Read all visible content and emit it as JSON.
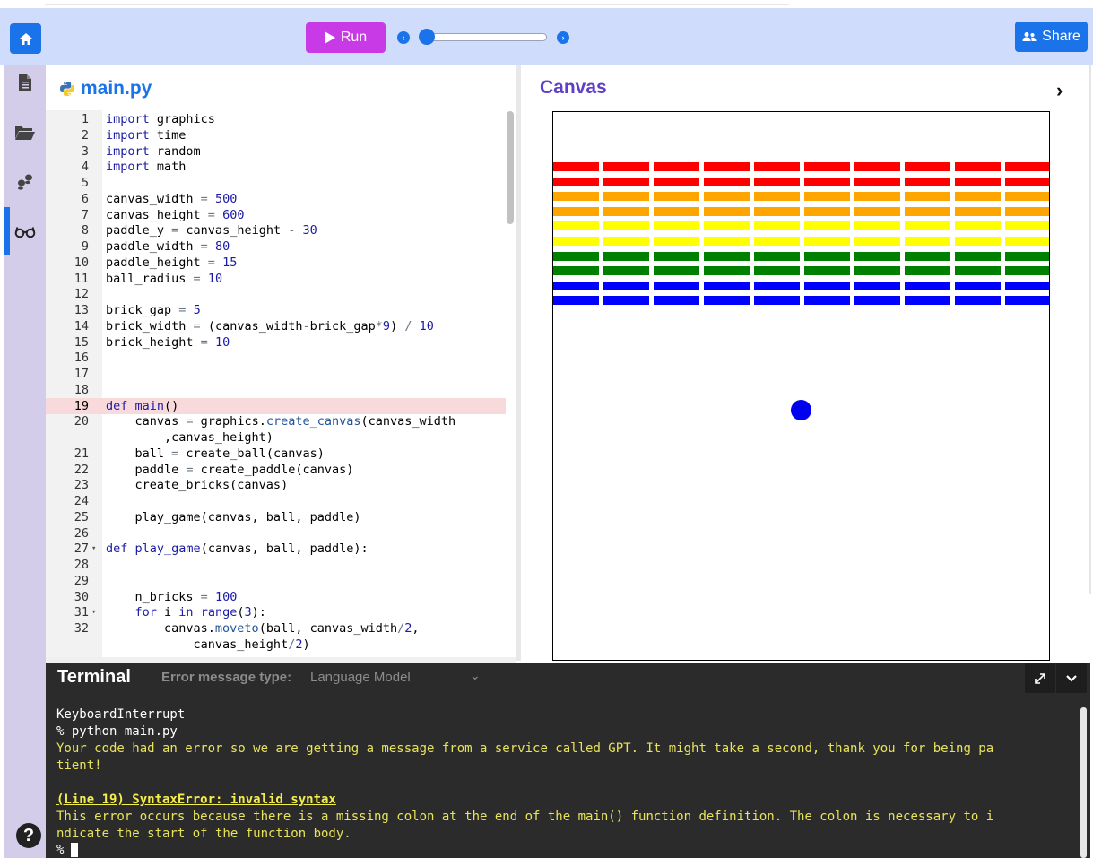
{
  "header": {
    "run_label": "Run",
    "share_label": "Share",
    "step_back_icon": "chevron-left-icon",
    "step_forward_icon": "chevron-right-icon"
  },
  "sidebar": {
    "items": [
      {
        "name": "file-icon"
      },
      {
        "name": "folder-open-icon"
      },
      {
        "name": "footprints-icon"
      },
      {
        "name": "glasses-icon"
      }
    ],
    "help_label": "?"
  },
  "editor": {
    "filename": "main.py",
    "highlighted_line": 19,
    "lines": [
      {
        "n": "1",
        "code": "import graphics"
      },
      {
        "n": "2",
        "code": "import time"
      },
      {
        "n": "3",
        "code": "import random"
      },
      {
        "n": "4",
        "code": "import math"
      },
      {
        "n": "5",
        "code": ""
      },
      {
        "n": "6",
        "code": "canvas_width = 500"
      },
      {
        "n": "7",
        "code": "canvas_height = 600"
      },
      {
        "n": "8",
        "code": "paddle_y = canvas_height - 30"
      },
      {
        "n": "9",
        "code": "paddle_width = 80"
      },
      {
        "n": "10",
        "code": "paddle_height = 15"
      },
      {
        "n": "11",
        "code": "ball_radius = 10"
      },
      {
        "n": "12",
        "code": ""
      },
      {
        "n": "13",
        "code": "brick_gap = 5"
      },
      {
        "n": "14",
        "code": "brick_width = (canvas_width-brick_gap*9) / 10"
      },
      {
        "n": "15",
        "code": "brick_height = 10"
      },
      {
        "n": "16",
        "code": ""
      },
      {
        "n": "17",
        "code": ""
      },
      {
        "n": "18",
        "code": ""
      },
      {
        "n": "19",
        "code": "def main()"
      },
      {
        "n": "20",
        "code": "    canvas = graphics.create_canvas(canvas_width"
      },
      {
        "n": "",
        "code": "        ,canvas_height)"
      },
      {
        "n": "21",
        "code": "    ball = create_ball(canvas)"
      },
      {
        "n": "22",
        "code": "    paddle = create_paddle(canvas)"
      },
      {
        "n": "23",
        "code": "    create_bricks(canvas)"
      },
      {
        "n": "24",
        "code": ""
      },
      {
        "n": "25",
        "code": "    play_game(canvas, ball, paddle)"
      },
      {
        "n": "26",
        "code": ""
      },
      {
        "n": "27",
        "code": "def play_game(canvas, ball, paddle):",
        "fold": true
      },
      {
        "n": "28",
        "code": ""
      },
      {
        "n": "29",
        "code": ""
      },
      {
        "n": "30",
        "code": "    n_bricks = 100"
      },
      {
        "n": "31",
        "code": "    for i in range(3):",
        "fold": true
      },
      {
        "n": "32",
        "code": "        canvas.moveto(ball, canvas_width/2,"
      },
      {
        "n": "",
        "code": "            canvas_height/2)"
      }
    ]
  },
  "canvas_panel": {
    "title": "Canvas",
    "row_colors": [
      "#ff0000",
      "#ff0000",
      "#ffa500",
      "#ffa500",
      "#ffff00",
      "#ffff00",
      "#008000",
      "#008000",
      "#0000ff",
      "#0000ff"
    ],
    "bricks_per_row": 10,
    "ball_color": "#0000f0"
  },
  "terminal": {
    "title": "Terminal",
    "error_type_label": "Error message type:",
    "error_type_value": "Language Model",
    "lines": {
      "l1": "KeyboardInterrupt",
      "l2": "% python main.py",
      "l3": "Your code had an error so we are getting a message from a service called GPT. It might take a second, thank you for being pa",
      "l4": "tient!",
      "l5": "(Line 19) SyntaxError: invalid syntax",
      "l6": "This error occurs because there is a missing colon at the end of the main() function definition. The colon is necessary to i",
      "l7": "ndicate the start of the function body.",
      "prompt": "%"
    }
  }
}
